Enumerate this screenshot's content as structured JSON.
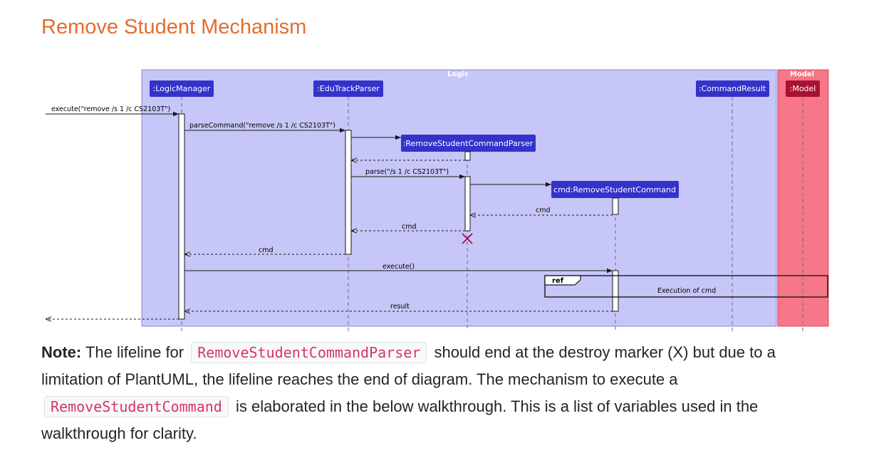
{
  "page": {
    "title": "Remove Student Mechanism"
  },
  "diagram": {
    "boxes": {
      "logic": "Logic",
      "model": "Model"
    },
    "participants": {
      "logic_manager": ":LogicManager",
      "parser": ":EduTrackParser",
      "command_parser": ":RemoveStudentCommandParser",
      "command": "cmd:RemoveStudentCommand",
      "command_result": ":CommandResult",
      "model": ":Model"
    },
    "messages": {
      "execute_input": "execute(\"remove /s 1 /c CS2103T\")",
      "parse_command": "parseCommand(\"remove /s 1 /c CS2103T\")",
      "parse": "parse(\"/s 1 /c CS2103T\")",
      "cmd_return_1": "cmd",
      "cmd_return_2": "cmd",
      "cmd_return_3": "cmd",
      "execute": "execute()",
      "result": "result"
    },
    "ref": {
      "tag": "ref",
      "text": "Execution of cmd"
    },
    "colors": {
      "logic_box": "#c6c6f8",
      "model_box": "#f77687",
      "participant": "#3333cc",
      "model_participant": "#aa1133",
      "destroy_marker": "#a80036"
    }
  },
  "note": {
    "label": "Note:",
    "part1": "The lifeline for",
    "code1": "RemoveStudentCommandParser",
    "part2": "should end at the destroy marker (X) but due to a limitation of PlantUML, the lifeline reaches the end of diagram. The mechanism to execute a",
    "code2": "RemoveStudentCommand",
    "part3": "is elaborated in the below walkthrough. This is a list of variables used in the walkthrough for clarity."
  }
}
